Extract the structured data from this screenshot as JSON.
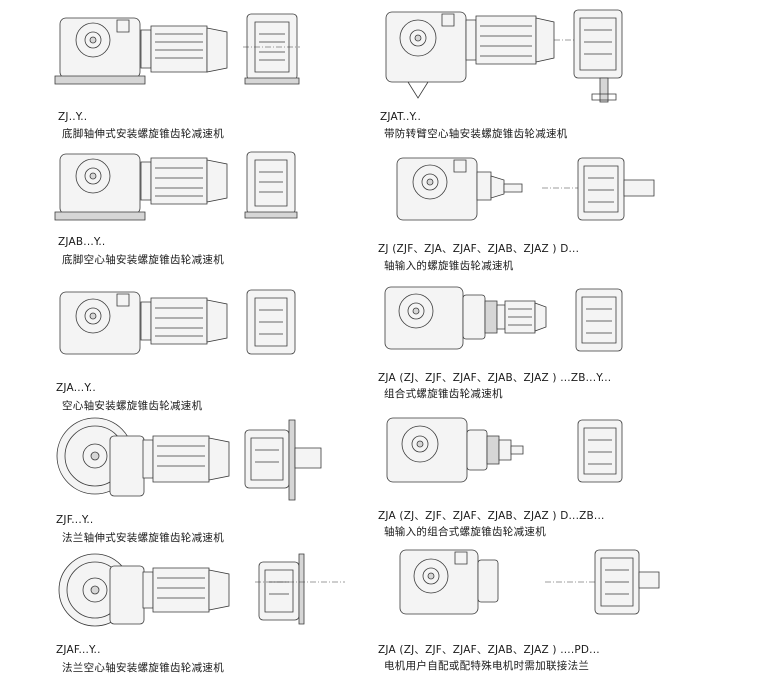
{
  "items": [
    {
      "code": "ZJ..Y..",
      "description": "底脚轴伸式安装螺旋锥齿轮减速机"
    },
    {
      "code": "ZJAT..Y..",
      "description": "带防转臂空心轴安装螺旋锥齿轮减速机"
    },
    {
      "code": "ZJAB...Y..",
      "description": "底脚空心轴安装螺旋锥齿轮减速机"
    },
    {
      "code": "ZJ (ZJF、ZJA、ZJAF、ZJAB、ZJAZ ) D...",
      "description": "轴输入的螺旋锥齿轮减速机"
    },
    {
      "code": "ZJA...Y..",
      "description": "空心轴安装螺旋锥齿轮减速机"
    },
    {
      "code": "ZJA (ZJ、ZJF、ZJAF、ZJAB、ZJAZ ) ...ZB...Y...",
      "description": "组合式螺旋锥齿轮减速机"
    },
    {
      "code": "ZJF...Y..",
      "description": "法兰轴伸式安装螺旋锥齿轮减速机"
    },
    {
      "code": "ZJA (ZJ、ZJF、ZJAF、ZJAB、ZJAZ ) D...ZB...",
      "description": "轴输入的组合式螺旋锥齿轮减速机"
    },
    {
      "code": "ZJAF...Y..",
      "description": "法兰空心轴安装螺旋锥齿轮减速机"
    },
    {
      "code": "ZJA (ZJ、ZJF、ZJAF、ZJAB、ZJAZ ) ....PD...",
      "description": "电机用户自配或配特殊电机时需加联接法兰"
    }
  ]
}
